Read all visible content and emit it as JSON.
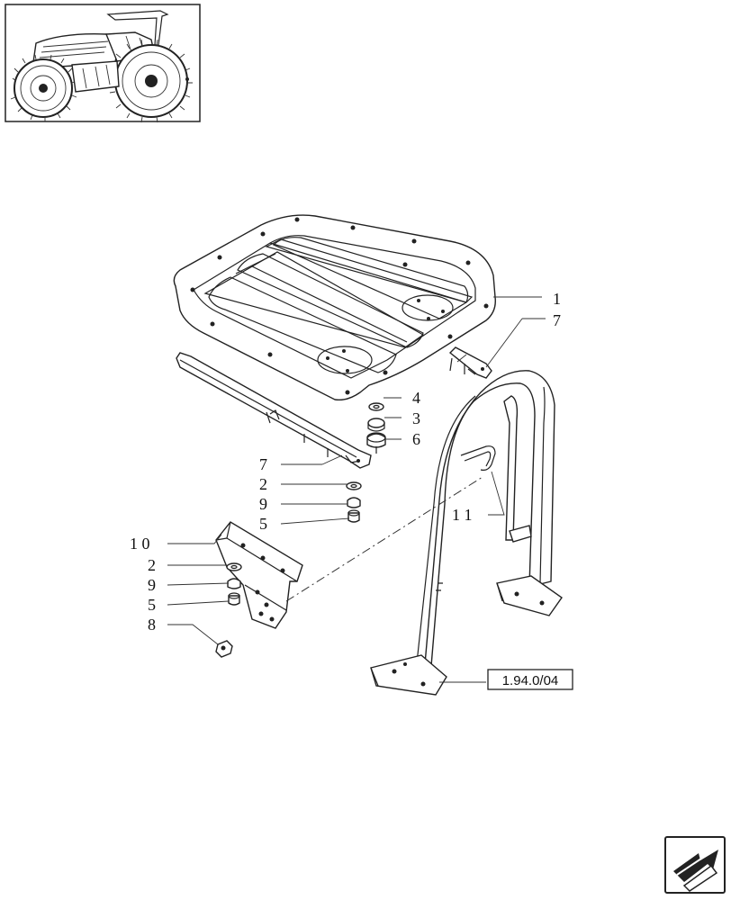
{
  "callouts": {
    "c1": "1",
    "c7a": "7",
    "c4": "4",
    "c3": "3",
    "c6": "6",
    "c7b": "7",
    "c2a": "2",
    "c9a": "9",
    "c5a": "5",
    "c11": "1 1",
    "c10": "1 0",
    "c2b": "2",
    "c9b": "9",
    "c5b": "5",
    "c8": "8"
  },
  "reference": {
    "label": "1.94.0/04"
  },
  "icons": {
    "thumbnail": "tractor-thumbnail-icon",
    "navigation": "next-page-arrow-icon"
  },
  "colors": {
    "ink": "#222222",
    "paper": "#ffffff"
  }
}
